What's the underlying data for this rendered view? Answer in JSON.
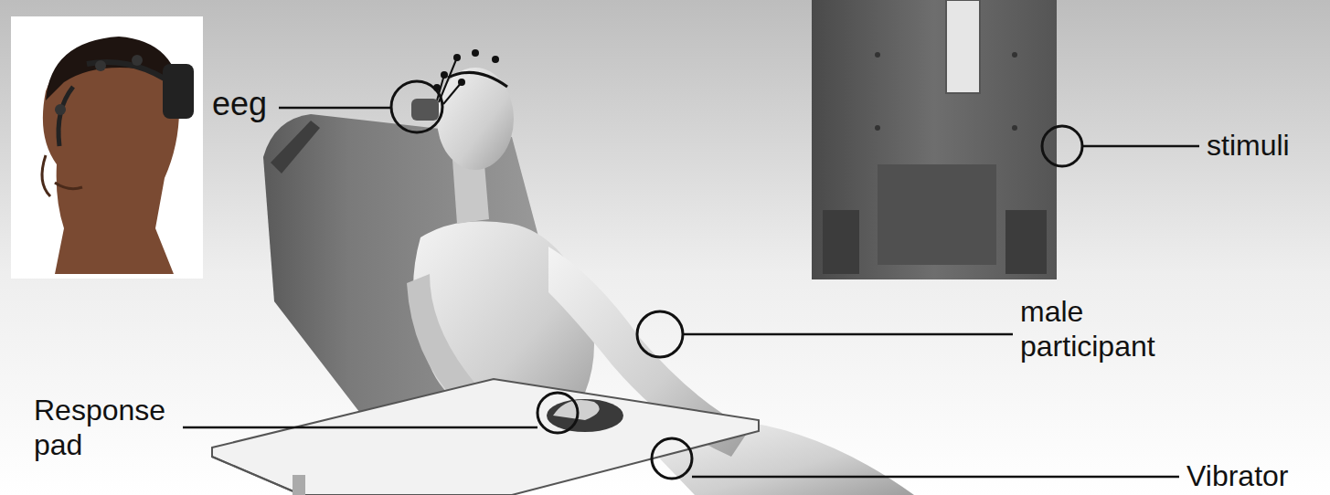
{
  "diagram": {
    "labels": [
      "eeg",
      "stimuli",
      "male participant",
      "Response pad",
      "Vibrator"
    ]
  }
}
